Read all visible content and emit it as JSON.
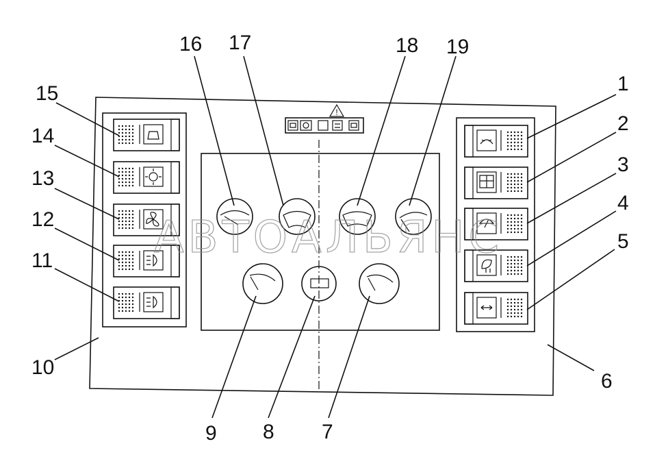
{
  "diagram": {
    "callouts": [
      {
        "id": "c1",
        "label": "1"
      },
      {
        "id": "c2",
        "label": "2"
      },
      {
        "id": "c3",
        "label": "3"
      },
      {
        "id": "c4",
        "label": "4"
      },
      {
        "id": "c5",
        "label": "5"
      },
      {
        "id": "c6",
        "label": "6"
      },
      {
        "id": "c7",
        "label": "7"
      },
      {
        "id": "c8",
        "label": "8"
      },
      {
        "id": "c9",
        "label": "9"
      },
      {
        "id": "c10",
        "label": "10"
      },
      {
        "id": "c11",
        "label": "11"
      },
      {
        "id": "c12",
        "label": "12"
      },
      {
        "id": "c13",
        "label": "13"
      },
      {
        "id": "c14",
        "label": "14"
      },
      {
        "id": "c15",
        "label": "15"
      },
      {
        "id": "c16",
        "label": "16"
      },
      {
        "id": "c17",
        "label": "17"
      },
      {
        "id": "c18",
        "label": "18"
      },
      {
        "id": "c19",
        "label": "19"
      }
    ],
    "warning_symbol": "!",
    "watermark": "АВТОАЛЬЯНС"
  }
}
